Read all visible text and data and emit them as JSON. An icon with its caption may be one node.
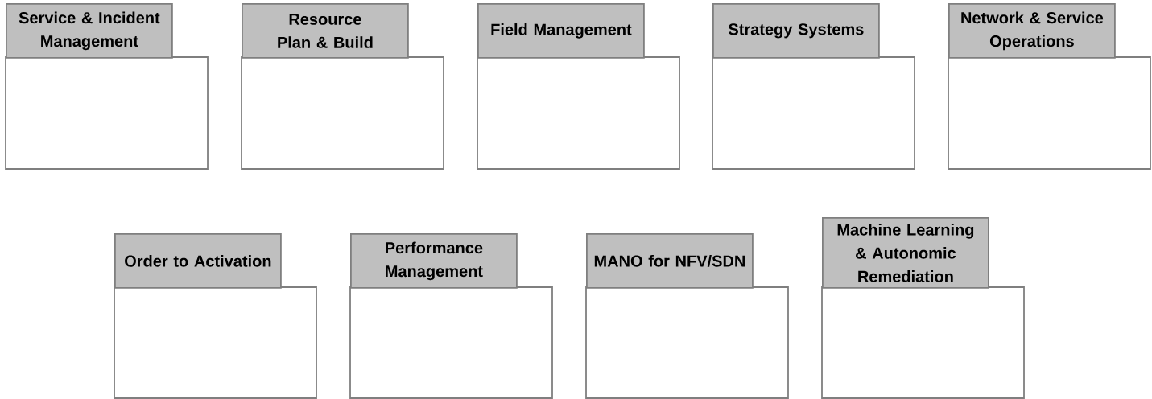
{
  "diagram": {
    "nodes": [
      {
        "text": [
          "Service & Incident Management"
        ]
      },
      {
        "text": [
          "Resource Plan & Build"
        ]
      },
      {
        "text": [
          "Field Management"
        ]
      },
      {
        "text": [
          "Strategy Systems"
        ]
      },
      {
        "text": [
          "Network & Service Operations"
        ]
      },
      {
        "text": [
          "Order to Activation"
        ]
      },
      {
        "text": [
          "Performance Management"
        ]
      },
      {
        "text": [
          "MANO for NFV/SDN"
        ]
      },
      {
        "text": [
          "Machine Learning & Autonomic Remediation"
        ]
      }
    ],
    "edges": []
  }
}
